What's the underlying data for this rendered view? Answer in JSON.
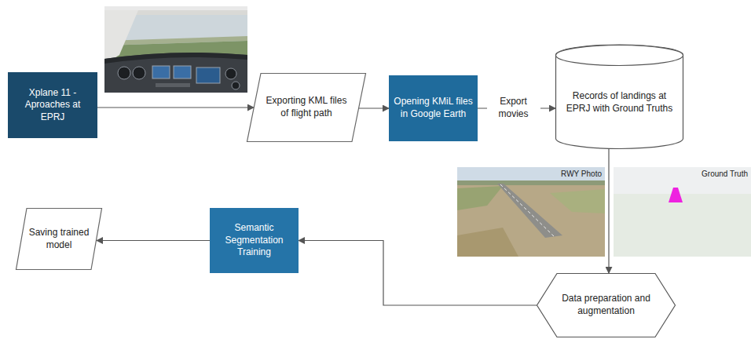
{
  "diagram": {
    "nodes": [
      {
        "text": [
          "Xplane 11 - Aproaches at EPRJ"
        ]
      },
      {
        "text": [
          "Exporting KML files of flight path"
        ]
      },
      {
        "text": [
          "Opening KMiL files in Google Earth"
        ]
      },
      {
        "text": [
          "Records of landings at EPRJ with Ground Truths"
        ]
      },
      {
        "text": [
          "Data preparation and augmentation"
        ]
      },
      {
        "text": [
          "Semantic Segmentation Training"
        ]
      },
      {
        "text": [
          "Saving trained model"
        ]
      }
    ],
    "edges": [
      {
        "from": 0,
        "to": 1,
        "arrow": "to"
      },
      {
        "from": 1,
        "to": 2,
        "arrow": "to"
      },
      {
        "from": 2,
        "to": 3,
        "label": "Export movies",
        "arrow": "to"
      },
      {
        "from": 3,
        "to": 4,
        "arrow": "to"
      },
      {
        "from": 4,
        "to": 5,
        "arrow": "to"
      },
      {
        "from": 5,
        "to": 6,
        "arrow": "to"
      }
    ],
    "labels": [
      "RWY Photo",
      "Ground Truth"
    ]
  }
}
